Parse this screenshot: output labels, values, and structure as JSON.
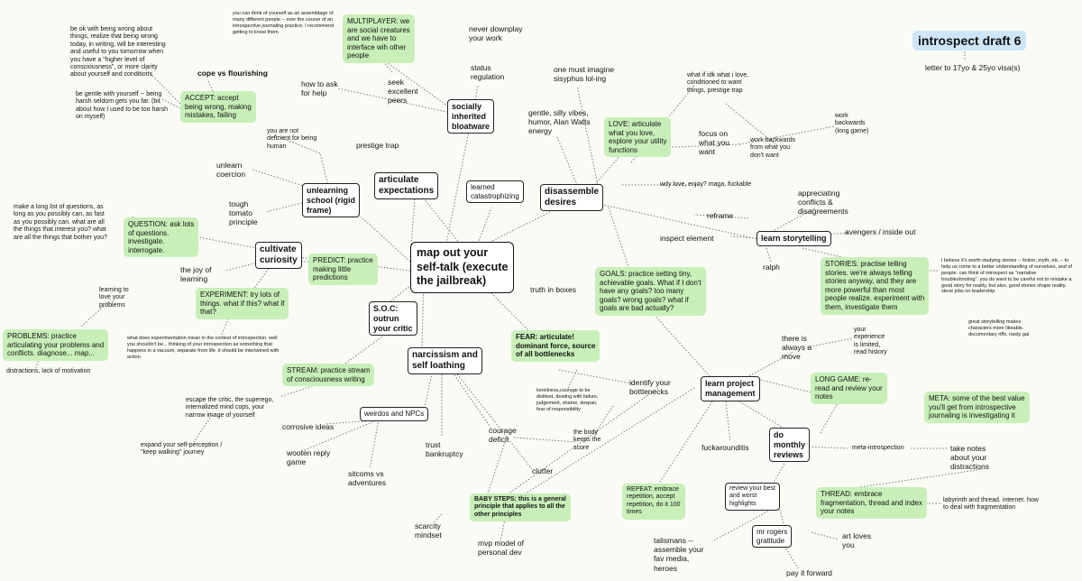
{
  "title": "introspect draft 6",
  "subtitle": "letter to 17yo & 25yo visa(s)",
  "colors": {
    "green_note": "#c8efb8",
    "title_bg": "#cfe6fa",
    "edge": "#777777",
    "background": "#fbfbf6"
  },
  "nodes": {
    "hub": "map out your\nself-talk (execute\nthe jailbreak)",
    "wrong_note": "be ok with being wrong about\nthings, realize that being wrong\ntoday, in writing, will be interesting\nand useful to you tomorrow when\nyou have a \"higher level of\nconsciousness\", or more clarity\nabout yourself and conditions",
    "assemblage": "you can think of yourself as an assemblage of\nmany different people -- over the course of an\nintrospective journaling practice, I recommend\ngetting to know them",
    "multiplayer": "MULTIPLAYER: we\nare social creatures\nand we have to\ninterface wih other\npeople",
    "downplay": "never downplay\nyour work",
    "status": "status\nregulation",
    "cope": "cope vs flourishing",
    "gentle_note": "be gentle with yourself -- being\nharsh seldom gets you far. (bit\nabout how I used to be too harsh\non myself)",
    "accept": "ACCEPT: accept\nbeing wrong, making\nmistakes, failing",
    "ask_help": "how to ask\nfor help",
    "seek_peers": "seek\nexcellent\npeers",
    "socially": "socially\ninherited\nbloatware",
    "sisyphus": "one must imagine\nsisyphus lol-ing",
    "idk": "what if idk what i love,\nconditioned to want\nthings, prestige trap",
    "gentle_vibes": "gentle, silly vibes,\nhumor, Alan Watts\nenergy",
    "love": "LOVE: articulate\nwhat you love,\nexplore your utility\nfunctions",
    "work_back": "work\nbackwards\n(long game)",
    "focus": "focus on\nwhat you\nwant",
    "work_back2": "work backwards\nfrom what you\ndon't want",
    "deficient": "you are not\ndeficient for being\nhuman",
    "prestige": "prestige trap",
    "unlearn": "unlearn\ncoercion",
    "articulate": "articulate\nexpectations",
    "catastro": "learned\ncatastrophizing",
    "disassemble": "disassemble\ndesires",
    "wdy": "wdy love, enjoy? maga, fuckable",
    "appreciating": "appreciating\nconflicts &\ndisagreements",
    "unlearning_school": "unlearning\nschool (rigid\nframe)",
    "tomato": "tough\ntomato\nprinciple",
    "reframe": "reframe",
    "avengers": "avengers / inside out",
    "questions_note": "make a long list of questions, as\nlong as you possibly can, as fast\nas you possibly can. what are all\nthe things that interest you? what\nare all the things that bother you?",
    "question": "QUESTION: ask lots\nof questions.\ninvestigate.\ninterrogate.",
    "cultivate": "cultivate\ncuriosity",
    "predict": "PREDICT: practice\nmaking little\npredictions",
    "inspect": "inspect element",
    "storytelling": "learn storytelling",
    "ralph": "ralph",
    "stories": "STORIES: practise telling\nstories. we're always telling\nstories anyway, and they are\nmore powerful than most\npeople realize. experiment with\nthem, investigate them",
    "stories_note": "I believe it's worth studying stories -- fiction, myth, etc -- to\nhelp us come to a better understanding of ourselves, and of\npeople. can think of introspect as \"narrative\ntroubleshooting\". you do want to be careful not to mistake a\ngood story for reality, but also, good stories shape reality.\nsteve jobs on leadership",
    "joy": "the joy of\nlearning",
    "goals": "GOALS: practice setting tiny,\nachievable goals. What if I don't\nhave any goals? too many\ngoals? wrong goals? what if\ngoals are bad actually?",
    "truth": "truth in boxes",
    "learning_love": "learning to\nlove your\nproblems",
    "experiment": "EXPERIMENT: try lots of\nthings. what if this? what if\nthat?",
    "soc": "S.O.C:\noutrun\nyour critic",
    "great_story": "great storytelling makes\ncharacters more likeable.\ndocumentary riffs. nasty gal",
    "problems": "PROBLEMS: practice\narticulating your problems and\nconflicts. diagnose... map...",
    "experimentation_note": "what does experimentation mean in the context of introspection. well\nyou shouldn't be... thinking of your introspection as something that\nhappens in a vacuum, separate from life. it should be intertwined with\naction.",
    "fear": "FEAR: articulate!\ndominant force, source\nof all bottlenecks",
    "experience": "your\nexperience\nis limited,\nread history",
    "always_move": "there is\nalways a\nmove",
    "narcissism": "narcissism and\nself loathing",
    "distractions_motivation": "distractions, lack of motivation",
    "stream": "STREAM: practice stream\nof consciousness writing",
    "loneliness": "loneliness,courage to be\ndisliked, dealing with failure,\njudgement, shame, despair,\nfear of responsibility",
    "bottlenecks": "identify your\nbottlenecks",
    "project": "learn project\nmanagement",
    "long_game": "LONG GAME: re-\nread and review your\nnotes",
    "meta": "META: some of the best value\nyou'll get from introspective\njournaling is investigating it",
    "escape": "escape the critic, the superego,\ninternalized mind cops, your\nnarrow image of yourself",
    "weirdos": "weirdos and NPCs",
    "corrosive": "corrosive ideas",
    "courage": "courage\ndeficit",
    "body": "the body\nkeeps the\nscore",
    "monthly": "do\nmonthly\nreviews",
    "meta_intro": "meta-introspection",
    "fuckarounditis": "fuckarounditis",
    "take_notes": "take notes\nabout your\ndistractions",
    "expand": "expand your self-perception /\n\"keep walking\" journey",
    "trust": "trust\nbankruptcy",
    "wooten": "wooten reply\ngame",
    "clutter": "clutter",
    "sitcoms": "sitcoms vs\nadventures",
    "repeat": "REPEAT: embrace\nrepetition, accept\nrepetition, do it 100\ntimes",
    "review_best": "review your best\nand worst\nhighlights",
    "thread": "THREAD: embrace\nfragmentation, thread and index\nyour notes",
    "labyrinth": "labyrinth and thread. internet. how\nto deal with fragmentation",
    "baby": "BABY STEPS: this is a general\nprinciple that applies to all the\nother principles",
    "scarcity": "scarcity\nmindset",
    "mvp": "mvp model of\npersonal dev",
    "talismans": "talismans --\nassemble your\nfav media,\nheroes",
    "rogers": "mr rogers\ngratitude",
    "art": "art loves\nyou",
    "pay": "pay it forward"
  }
}
